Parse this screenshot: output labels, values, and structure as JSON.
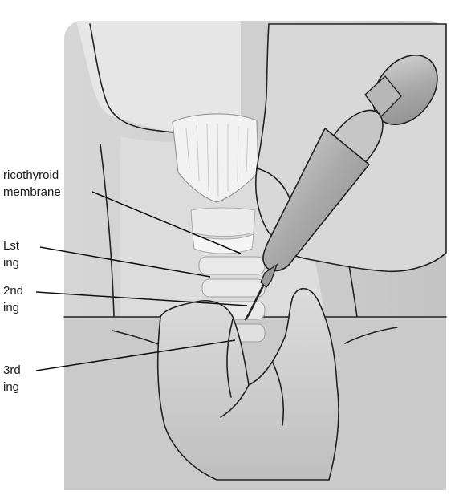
{
  "labels": {
    "cricothyroid_line1": "ricothyroid",
    "cricothyroid_line2": "membrane",
    "ring1_line1": "Lst",
    "ring1_line2": "ing",
    "ring2_line1": "2nd",
    "ring2_line2": "ing",
    "ring3_line1": "3rd",
    "ring3_line2": "ing"
  },
  "colors": {
    "background": "#ffffff",
    "skin_light": "#e4e4e4",
    "skin_mid": "#d2d2d2",
    "skin_dark": "#bdbdbd",
    "syringe": "#a8a8a8",
    "cartilage": "#f2f2f2"
  }
}
